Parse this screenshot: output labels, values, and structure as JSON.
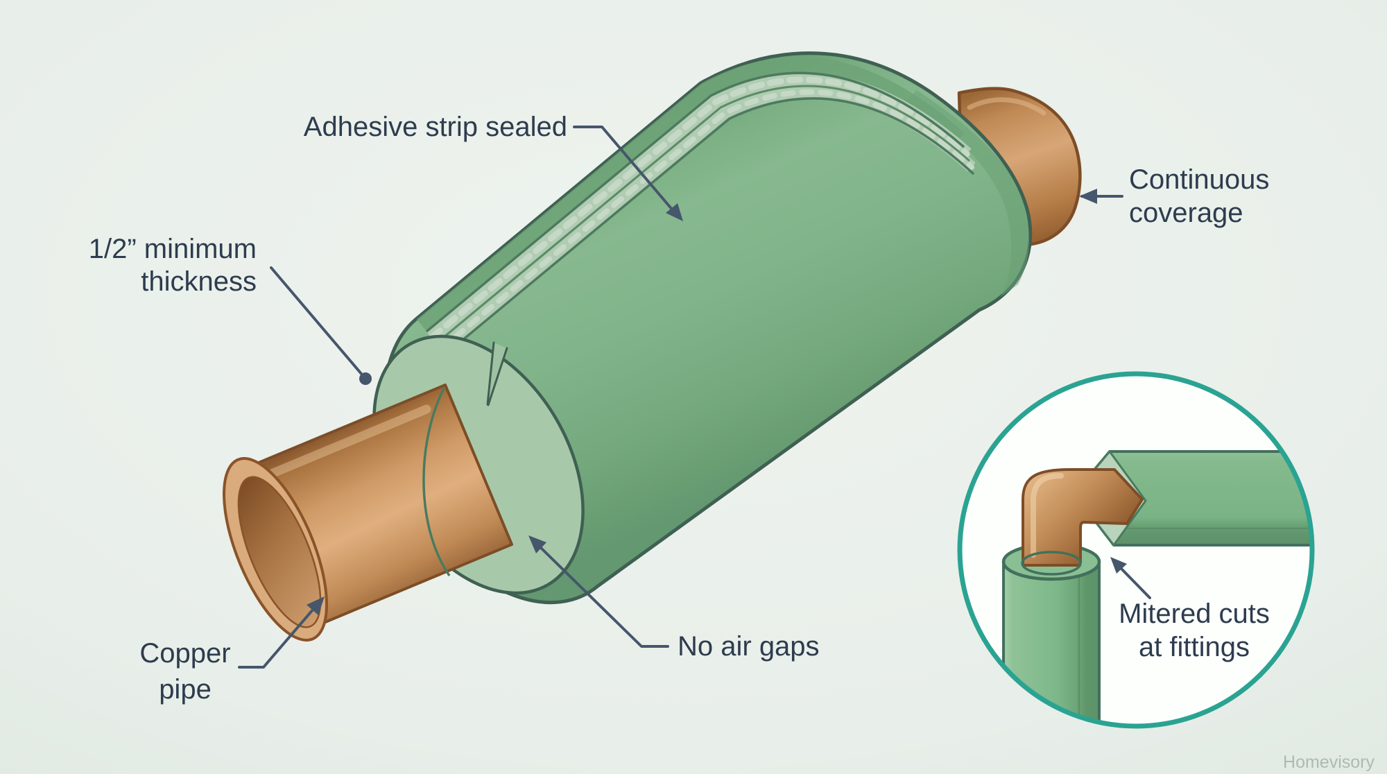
{
  "title": "Copper pipe insulation best-practices diagram",
  "labels": {
    "adhesive": {
      "text": "Adhesive strip sealed"
    },
    "thickness": {
      "lines": [
        "1/2” minimum",
        "thickness"
      ]
    },
    "copper_pipe": {
      "lines": [
        "Copper",
        "pipe"
      ]
    },
    "no_air_gaps": {
      "text": "No air gaps"
    },
    "continuous": {
      "lines": [
        "Continuous",
        "coverage"
      ]
    },
    "mitered": {
      "lines": [
        "Mitered cuts",
        "at fittings"
      ]
    }
  },
  "watermark": {
    "text": "Homevisory"
  },
  "colors": {
    "background": "#e8eee9",
    "insulation": "#7ab385",
    "insulation_light": "#a7c9aa",
    "insulation_dark": "#639871",
    "insulation_outline": "#3f6052",
    "adhesive_strip": "#b0ccb2",
    "copper": "#c9945f",
    "copper_light": "#e0af7f",
    "copper_dark": "#8f5a2d",
    "copper_outline": "#7d4d27",
    "leader_line": "#46566b",
    "label_text": "#2d3c4e",
    "inset_border": "#2aa392",
    "inset_fill": "#fdfffd",
    "watermark_text": "#adbab2"
  }
}
